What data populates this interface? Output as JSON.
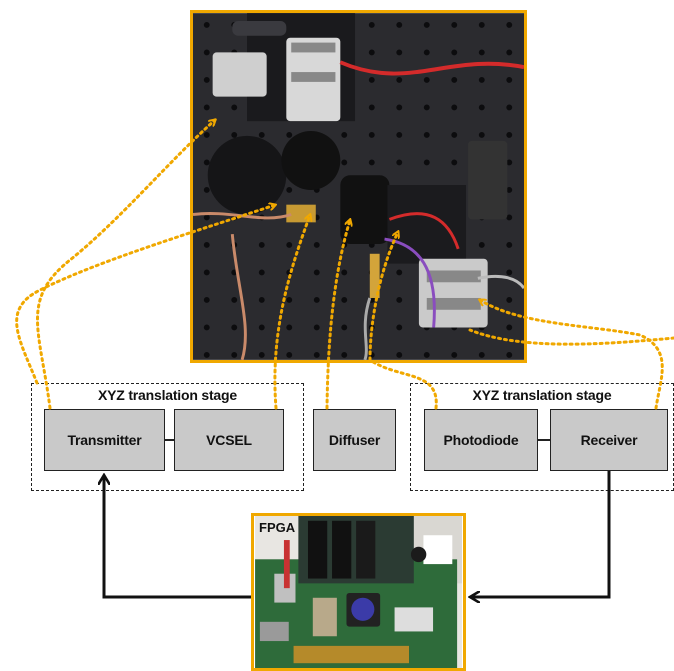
{
  "stages": {
    "left_title": "XYZ translation stage",
    "right_title": "XYZ translation stage"
  },
  "components": {
    "transmitter": "Transmitter",
    "vcsel": "VCSEL",
    "diffuser": "Diffuser",
    "photodiode": "Photodiode",
    "receiver": "Receiver"
  },
  "fpga": {
    "label": "FPGA"
  },
  "colors": {
    "photo_border": "#f0a800",
    "dotted_connector": "#f0a800",
    "box_fill": "#c9c9c9",
    "arrow": "#111111"
  }
}
